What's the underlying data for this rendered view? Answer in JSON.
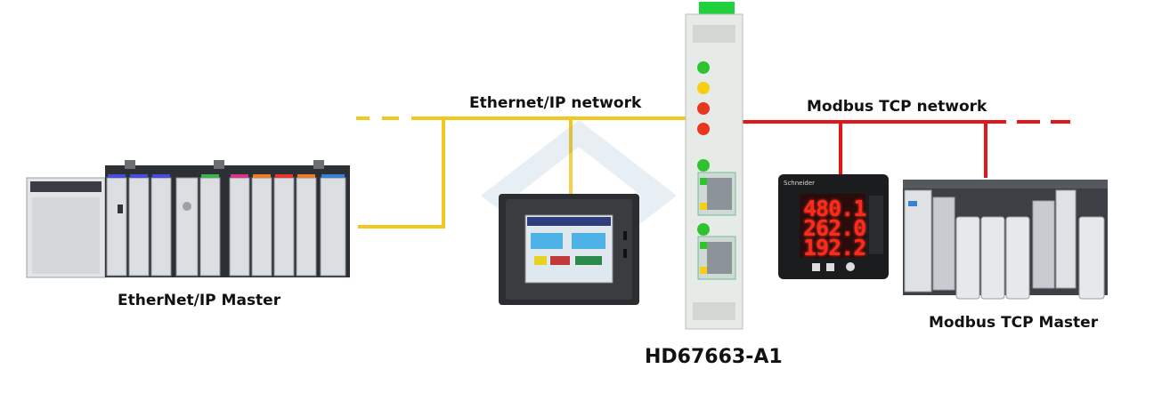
{
  "diagram": {
    "gateway_label": "HD67663-A1",
    "left_network_label": "Ethernet/IP network",
    "right_network_label": "Modbus TCP network",
    "left_master_label": "EtherNet/IP Master",
    "right_master_label": "Modbus TCP Master",
    "meter": {
      "brand": "Schneider",
      "readings": [
        "480.1",
        "262.0",
        "192.2"
      ]
    }
  },
  "colors": {
    "ethernet_ip_link": "#f2c81e",
    "modbus_tcp_link": "#e3161a",
    "led_green": "#2fc42f",
    "led_yellow": "#f6cf14",
    "led_red": "#e8371e",
    "gateway_body": "#e7ebe8",
    "gateway_connector": "#1fd13a"
  },
  "icons": {
    "left_master": "plc-rack-icon",
    "hmi": "touch-panel-hmi-icon",
    "gateway": "din-rail-gateway-icon",
    "meter": "power-meter-icon",
    "right_master": "plc-modular-icon"
  }
}
